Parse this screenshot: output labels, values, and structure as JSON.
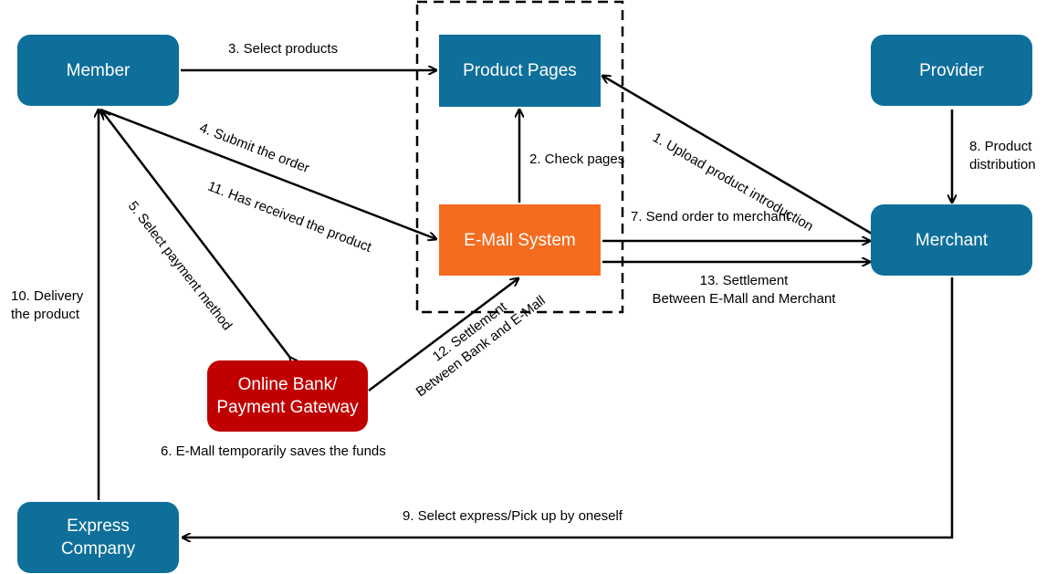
{
  "nodes": {
    "member": "Member",
    "product_pages": "Product Pages",
    "provider": "Provider",
    "emall": "E-Mall System",
    "merchant": "Merchant",
    "bank_line1": "Online Bank/",
    "bank_line2": "Payment Gateway",
    "express_line1": "Express",
    "express_line2": "Company"
  },
  "edges": {
    "e1": "1. Upload product introduction",
    "e2": "2. Check pages",
    "e3": "3. Select products",
    "e4": "4. Submit the order",
    "e5": "5. Select payment method",
    "e6": "6. E-Mall temporarily saves the funds",
    "e7": "7. Send order to merchant",
    "e8_line1": "8. Product",
    "e8_line2": "distribution",
    "e9": "9. Select express/Pick up by oneself",
    "e10_line1": "10. Delivery",
    "e10_line2": "the product",
    "e11": "11. Has received the product",
    "e12_line1": "12. Settlement",
    "e12_line2": "Between Bank and E-Mall",
    "e13_line1": "13. Settlement",
    "e13_line2": "Between  E-Mall and Merchant"
  },
  "colors": {
    "teal": "#0e6f9a",
    "orange": "#f46c1f",
    "red": "#c00000"
  }
}
